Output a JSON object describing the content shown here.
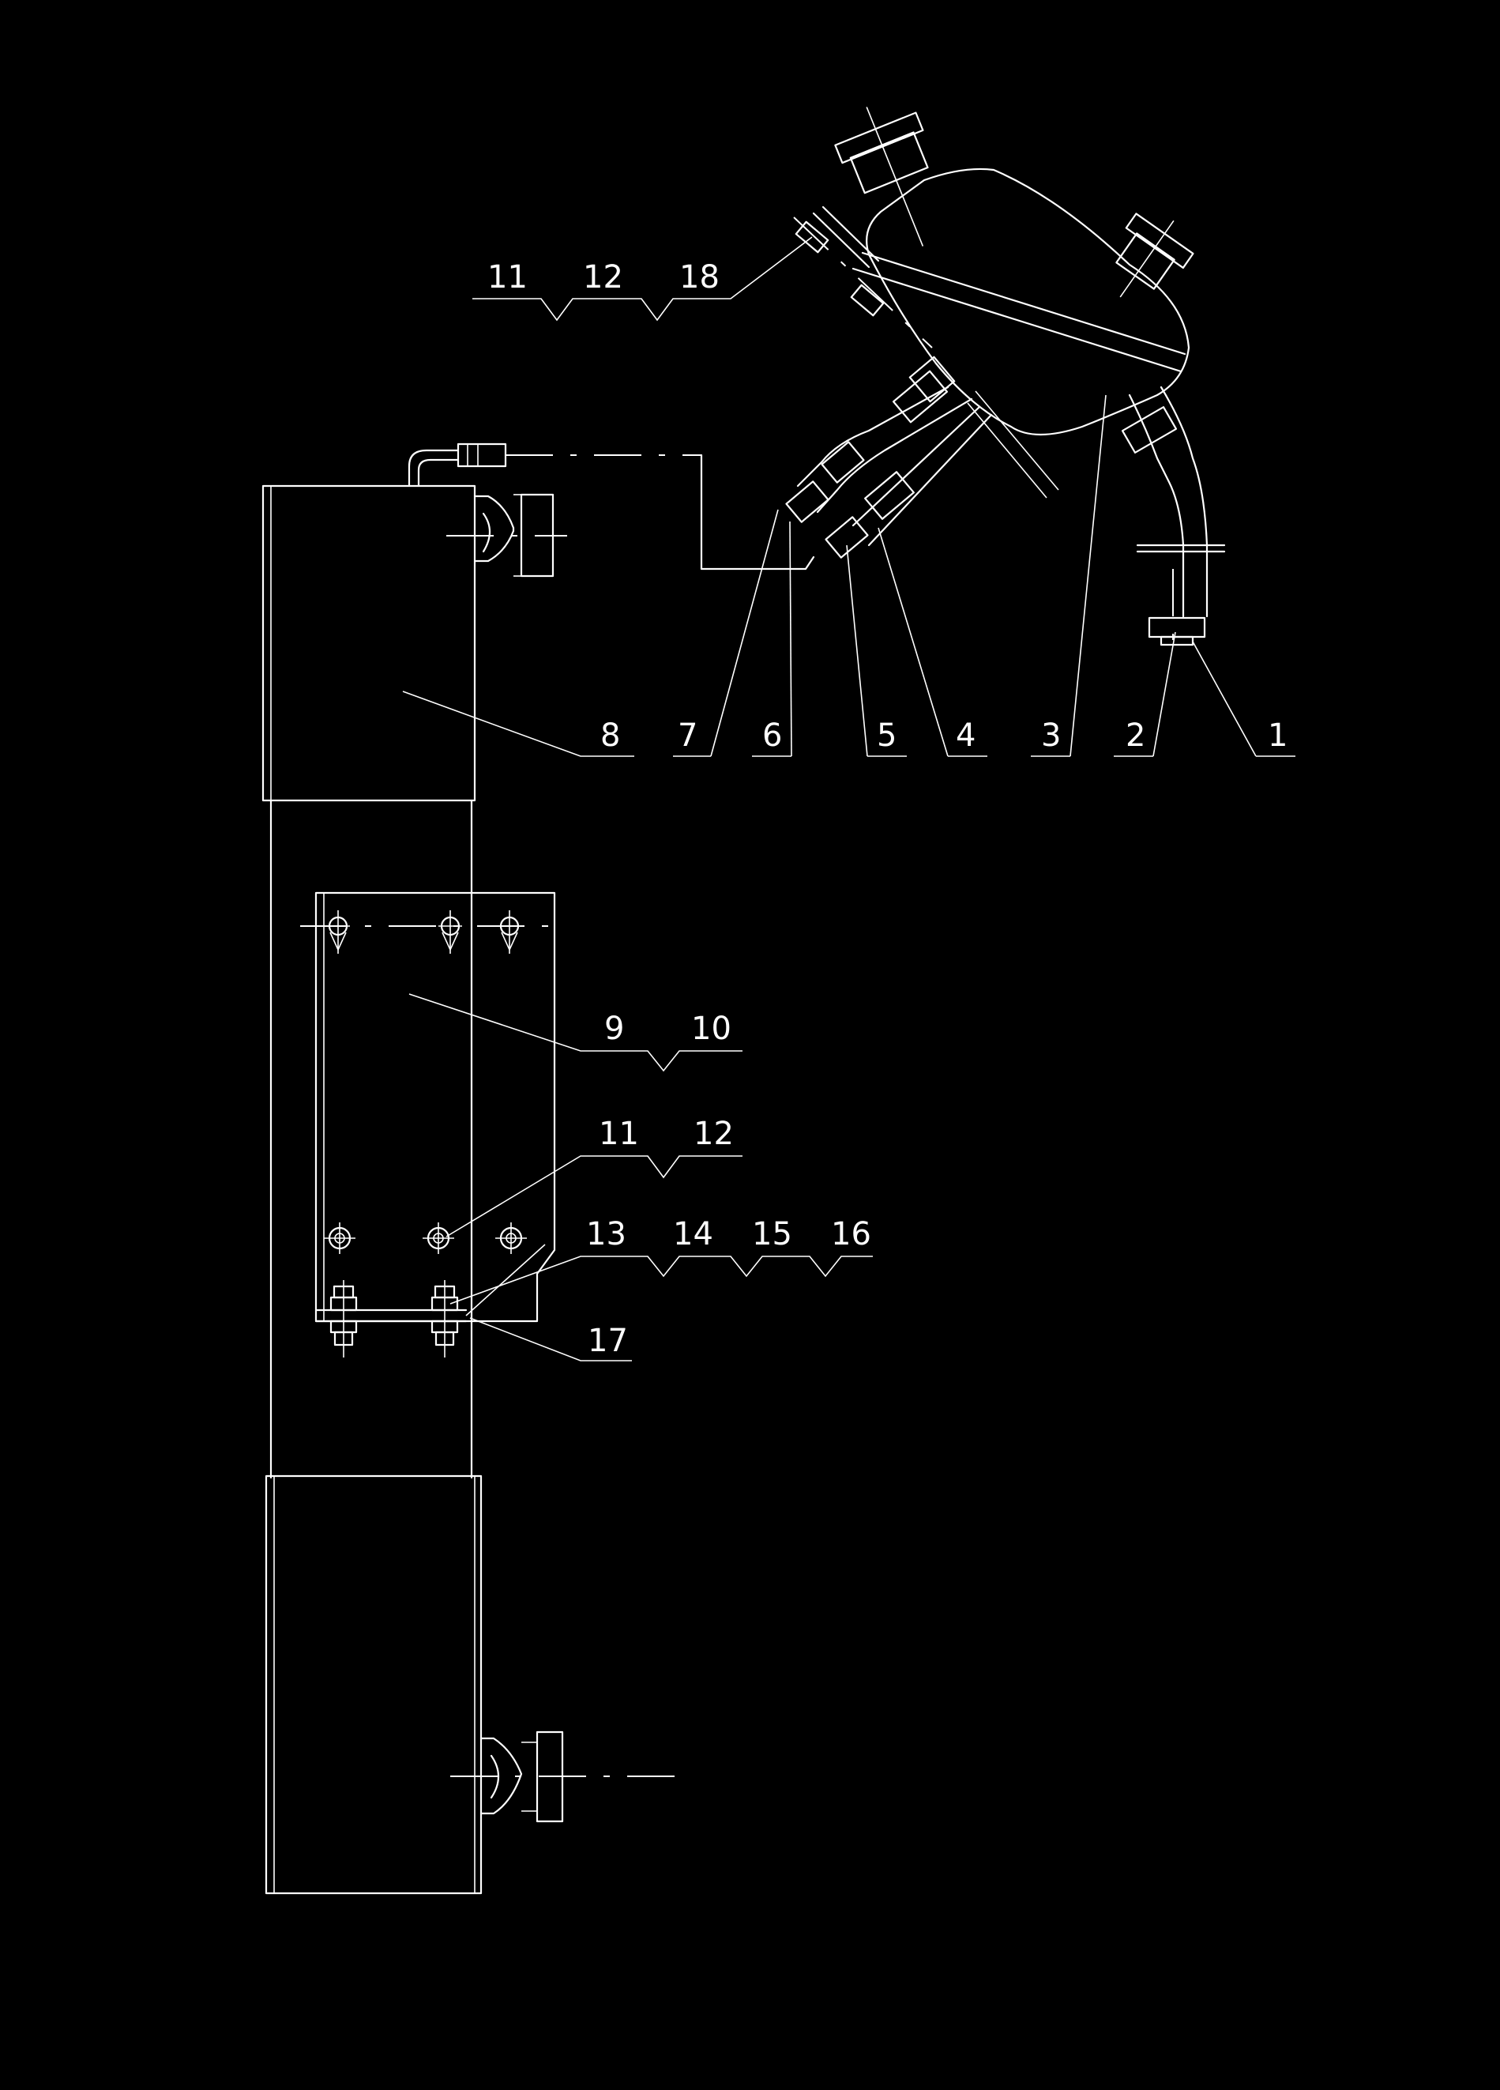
{
  "labels": {
    "c1": [
      "11",
      "12",
      "18"
    ],
    "c2": [
      "8",
      "7",
      "6",
      "5",
      "4",
      "3",
      "2",
      "1"
    ],
    "c3": [
      "9",
      "10"
    ],
    "c4": [
      "11",
      "12"
    ],
    "c5": [
      "13",
      "14",
      "15",
      "16"
    ],
    "c6": [
      "17"
    ]
  },
  "colors": {
    "background": "#000000",
    "line": "#ffffff"
  }
}
